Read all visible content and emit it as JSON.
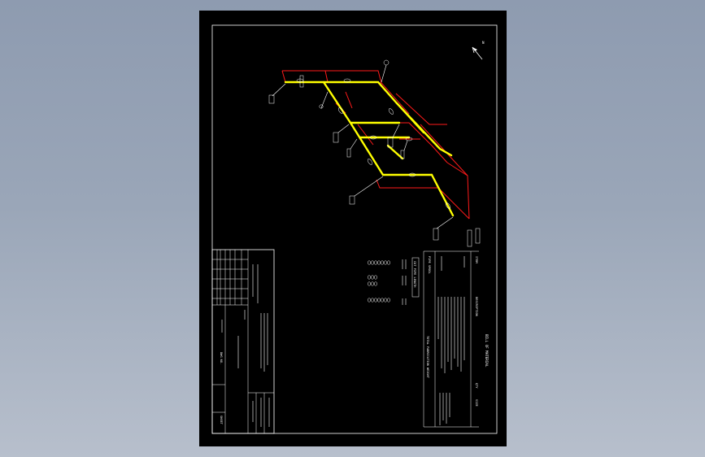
{
  "colors": {
    "viewport_background": "#9aa6b8",
    "sheet_background": "#000000",
    "line_color": "#ffffff",
    "pipe_color": "#ffff00",
    "dimension_color": "#ff1a1a"
  },
  "north_arrow": {
    "label": "N"
  },
  "bill_of_material": {
    "title": "BILL OF MATERIAL",
    "columns": [
      "ITEM",
      "DESCRIPTION",
      "QTY",
      "SIZE"
    ],
    "section_header": "PIPE SPOOL",
    "total_label": "TOTAL FABRICATION WEIGHT"
  },
  "cut_pipe_length": {
    "title": "CUT PIPE LENGTH"
  },
  "title_block": {
    "sheet_label": "SHEET",
    "drawing_label": "DWG NO."
  }
}
